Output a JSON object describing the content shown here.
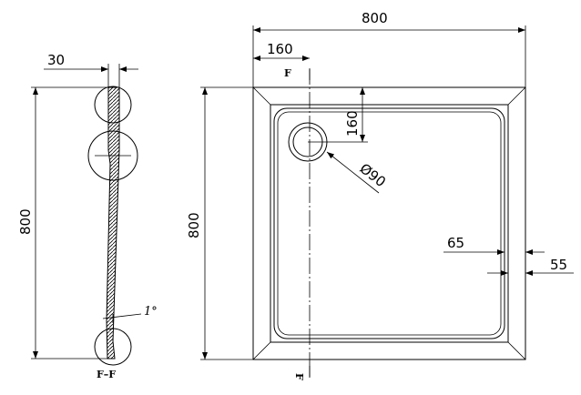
{
  "side_view": {
    "thickness_label": "30",
    "height_label": "800",
    "slope_label": "1°",
    "section_label": "F–F"
  },
  "plan_view": {
    "width_label": "800",
    "height_label": "800",
    "drain_offset_x_label": "160",
    "drain_offset_y_label": "160",
    "drain_diameter_label": "Ø90",
    "inner_rim_label": "65",
    "outer_rim_label": "55",
    "section_mark_top": "F",
    "section_mark_bottom": "F"
  }
}
